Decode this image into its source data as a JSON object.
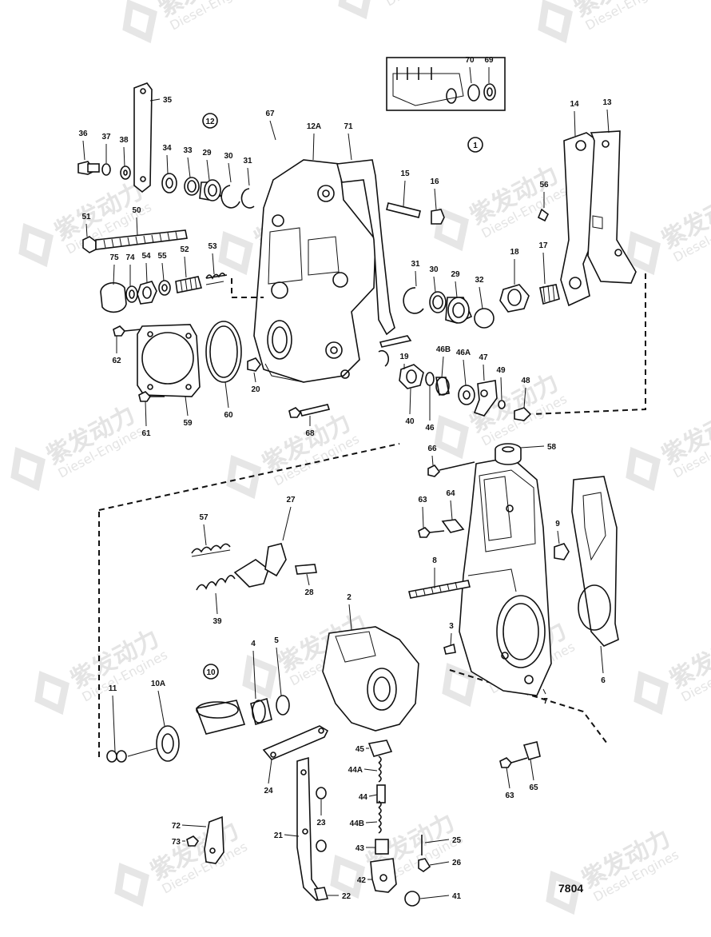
{
  "diagram": {
    "drawing_number": "7804",
    "circled_labels": [
      "12",
      "1",
      "10"
    ],
    "watermark": {
      "brand": "紫发动力",
      "sub": "Diesel-Engines",
      "color": "#e4e4e4"
    },
    "callouts": [
      {
        "id": "c35",
        "text": "35"
      },
      {
        "id": "c12a",
        "text": "12A"
      },
      {
        "id": "c71",
        "text": "71"
      },
      {
        "id": "c67",
        "text": "67"
      },
      {
        "id": "c36",
        "text": "36"
      },
      {
        "id": "c37",
        "text": "37"
      },
      {
        "id": "c38",
        "text": "38"
      },
      {
        "id": "c34",
        "text": "34"
      },
      {
        "id": "c33",
        "text": "33"
      },
      {
        "id": "c29a",
        "text": "29"
      },
      {
        "id": "c30a",
        "text": "30"
      },
      {
        "id": "c31a",
        "text": "31"
      },
      {
        "id": "c51",
        "text": "51"
      },
      {
        "id": "c50",
        "text": "50"
      },
      {
        "id": "c75",
        "text": "75"
      },
      {
        "id": "c74",
        "text": "74"
      },
      {
        "id": "c54",
        "text": "54"
      },
      {
        "id": "c55",
        "text": "55"
      },
      {
        "id": "c52",
        "text": "52"
      },
      {
        "id": "c53",
        "text": "53"
      },
      {
        "id": "c62",
        "text": "62"
      },
      {
        "id": "c61",
        "text": "61"
      },
      {
        "id": "c59",
        "text": "59"
      },
      {
        "id": "c60",
        "text": "60"
      },
      {
        "id": "c20",
        "text": "20"
      },
      {
        "id": "c68",
        "text": "68"
      },
      {
        "id": "c15",
        "text": "15"
      },
      {
        "id": "c16",
        "text": "16"
      },
      {
        "id": "c70",
        "text": "70"
      },
      {
        "id": "c69",
        "text": "69"
      },
      {
        "id": "c14",
        "text": "14"
      },
      {
        "id": "c13",
        "text": "13"
      },
      {
        "id": "c56",
        "text": "56"
      },
      {
        "id": "c31b",
        "text": "31"
      },
      {
        "id": "c30b",
        "text": "30"
      },
      {
        "id": "c29b",
        "text": "29"
      },
      {
        "id": "c32",
        "text": "32"
      },
      {
        "id": "c18",
        "text": "18"
      },
      {
        "id": "c17",
        "text": "17"
      },
      {
        "id": "c19",
        "text": "19"
      },
      {
        "id": "c46b",
        "text": "46B"
      },
      {
        "id": "c46a",
        "text": "46A"
      },
      {
        "id": "c47",
        "text": "47"
      },
      {
        "id": "c49",
        "text": "49"
      },
      {
        "id": "c48",
        "text": "48"
      },
      {
        "id": "c40",
        "text": "40"
      },
      {
        "id": "c46",
        "text": "46"
      },
      {
        "id": "c66",
        "text": "66"
      },
      {
        "id": "c58",
        "text": "58"
      },
      {
        "id": "c63a",
        "text": "63"
      },
      {
        "id": "c64",
        "text": "64"
      },
      {
        "id": "c9",
        "text": "9"
      },
      {
        "id": "c8",
        "text": "8"
      },
      {
        "id": "c3",
        "text": "3"
      },
      {
        "id": "c6",
        "text": "6"
      },
      {
        "id": "c7",
        "text": "7"
      },
      {
        "id": "c63b",
        "text": "63"
      },
      {
        "id": "c65",
        "text": "65"
      },
      {
        "id": "c57",
        "text": "57"
      },
      {
        "id": "c27",
        "text": "27"
      },
      {
        "id": "c28",
        "text": "28"
      },
      {
        "id": "c39",
        "text": "39"
      },
      {
        "id": "c2",
        "text": "2"
      },
      {
        "id": "c4",
        "text": "4"
      },
      {
        "id": "c5",
        "text": "5"
      },
      {
        "id": "c11",
        "text": "11"
      },
      {
        "id": "c10a",
        "text": "10A"
      },
      {
        "id": "c45",
        "text": "45"
      },
      {
        "id": "c44a",
        "text": "44A"
      },
      {
        "id": "c44",
        "text": "44"
      },
      {
        "id": "c44b",
        "text": "44B"
      },
      {
        "id": "c43",
        "text": "43"
      },
      {
        "id": "c42",
        "text": "42"
      },
      {
        "id": "c41",
        "text": "41"
      },
      {
        "id": "c25",
        "text": "25"
      },
      {
        "id": "c26",
        "text": "26"
      },
      {
        "id": "c24",
        "text": "24"
      },
      {
        "id": "c23",
        "text": "23"
      },
      {
        "id": "c21",
        "text": "21"
      },
      {
        "id": "c22",
        "text": "22"
      },
      {
        "id": "c72",
        "text": "72"
      },
      {
        "id": "c73",
        "text": "73"
      }
    ]
  }
}
